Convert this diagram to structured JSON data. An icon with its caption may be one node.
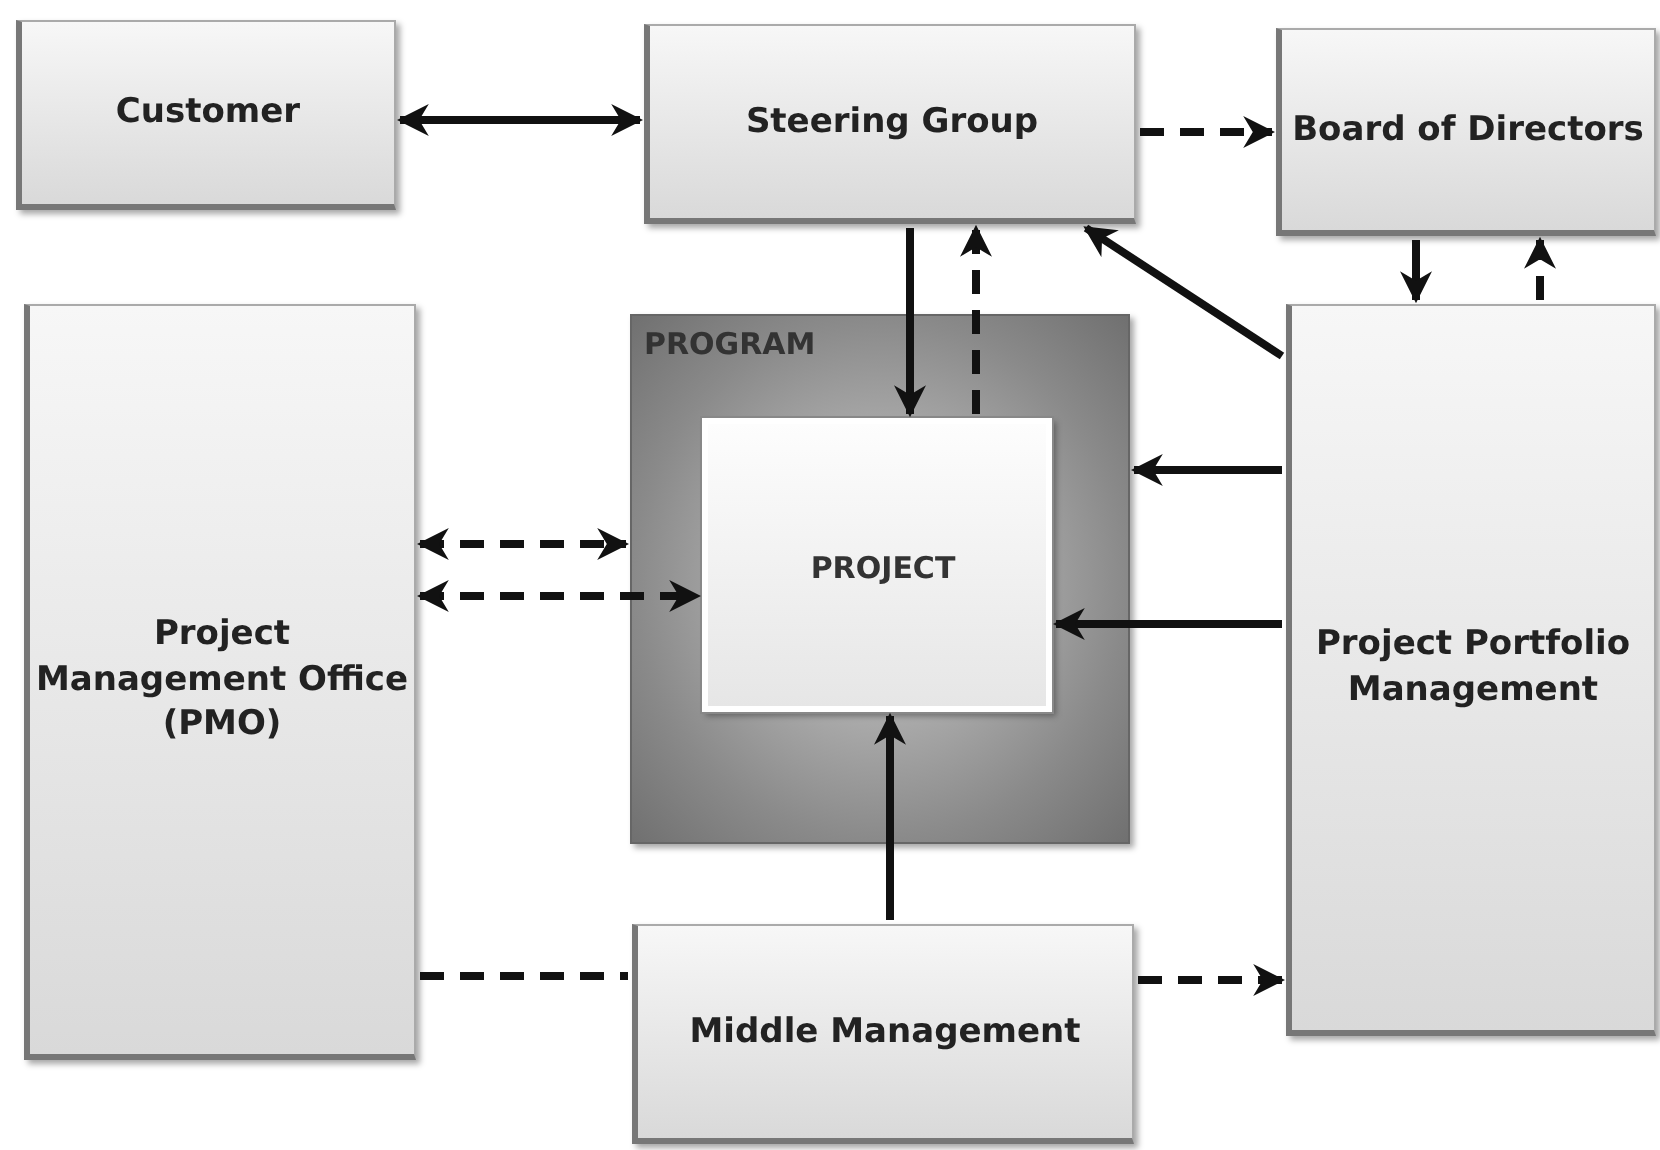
{
  "diagram": {
    "nodes": [
      {
        "text": [
          "Customer"
        ]
      },
      {
        "text": [
          "Steering Group"
        ]
      },
      {
        "text": [
          "Board of Directors"
        ]
      },
      {
        "text": [
          "Project Management Office (PMO)"
        ]
      },
      {
        "text": [
          "PROGRAM"
        ]
      },
      {
        "text": [
          "PROJECT"
        ],
        "in": 4
      },
      {
        "text": [
          "Project Portfolio Management"
        ]
      },
      {
        "text": [
          "Middle Management"
        ]
      }
    ],
    "edges": [
      {
        "from": 0,
        "to": 1,
        "arrow": "both"
      },
      {
        "from": 1,
        "to": 2,
        "arrow": "to",
        "style": "dashed"
      },
      {
        "from": 1,
        "to": 5,
        "arrow": "to"
      },
      {
        "from": 5,
        "to": 1,
        "arrow": "to",
        "style": "dashed"
      },
      {
        "from": 6,
        "to": 1,
        "arrow": "to"
      },
      {
        "from": 2,
        "to": 6,
        "arrow": "to"
      },
      {
        "from": 6,
        "to": 2,
        "arrow": "to",
        "style": "dashed"
      },
      {
        "from": 3,
        "to": 4,
        "arrow": "both",
        "style": "dashed"
      },
      {
        "from": 3,
        "to": 5,
        "arrow": "both",
        "style": "dashed"
      },
      {
        "from": 6,
        "to": 4,
        "arrow": "to"
      },
      {
        "from": 6,
        "to": 5,
        "arrow": "to"
      },
      {
        "from": 7,
        "to": 5,
        "arrow": "to"
      },
      {
        "from": 3,
        "to": 7,
        "arrow": "none",
        "style": "dashed"
      },
      {
        "from": 7,
        "to": 6,
        "arrow": "to",
        "style": "dashed"
      }
    ]
  }
}
